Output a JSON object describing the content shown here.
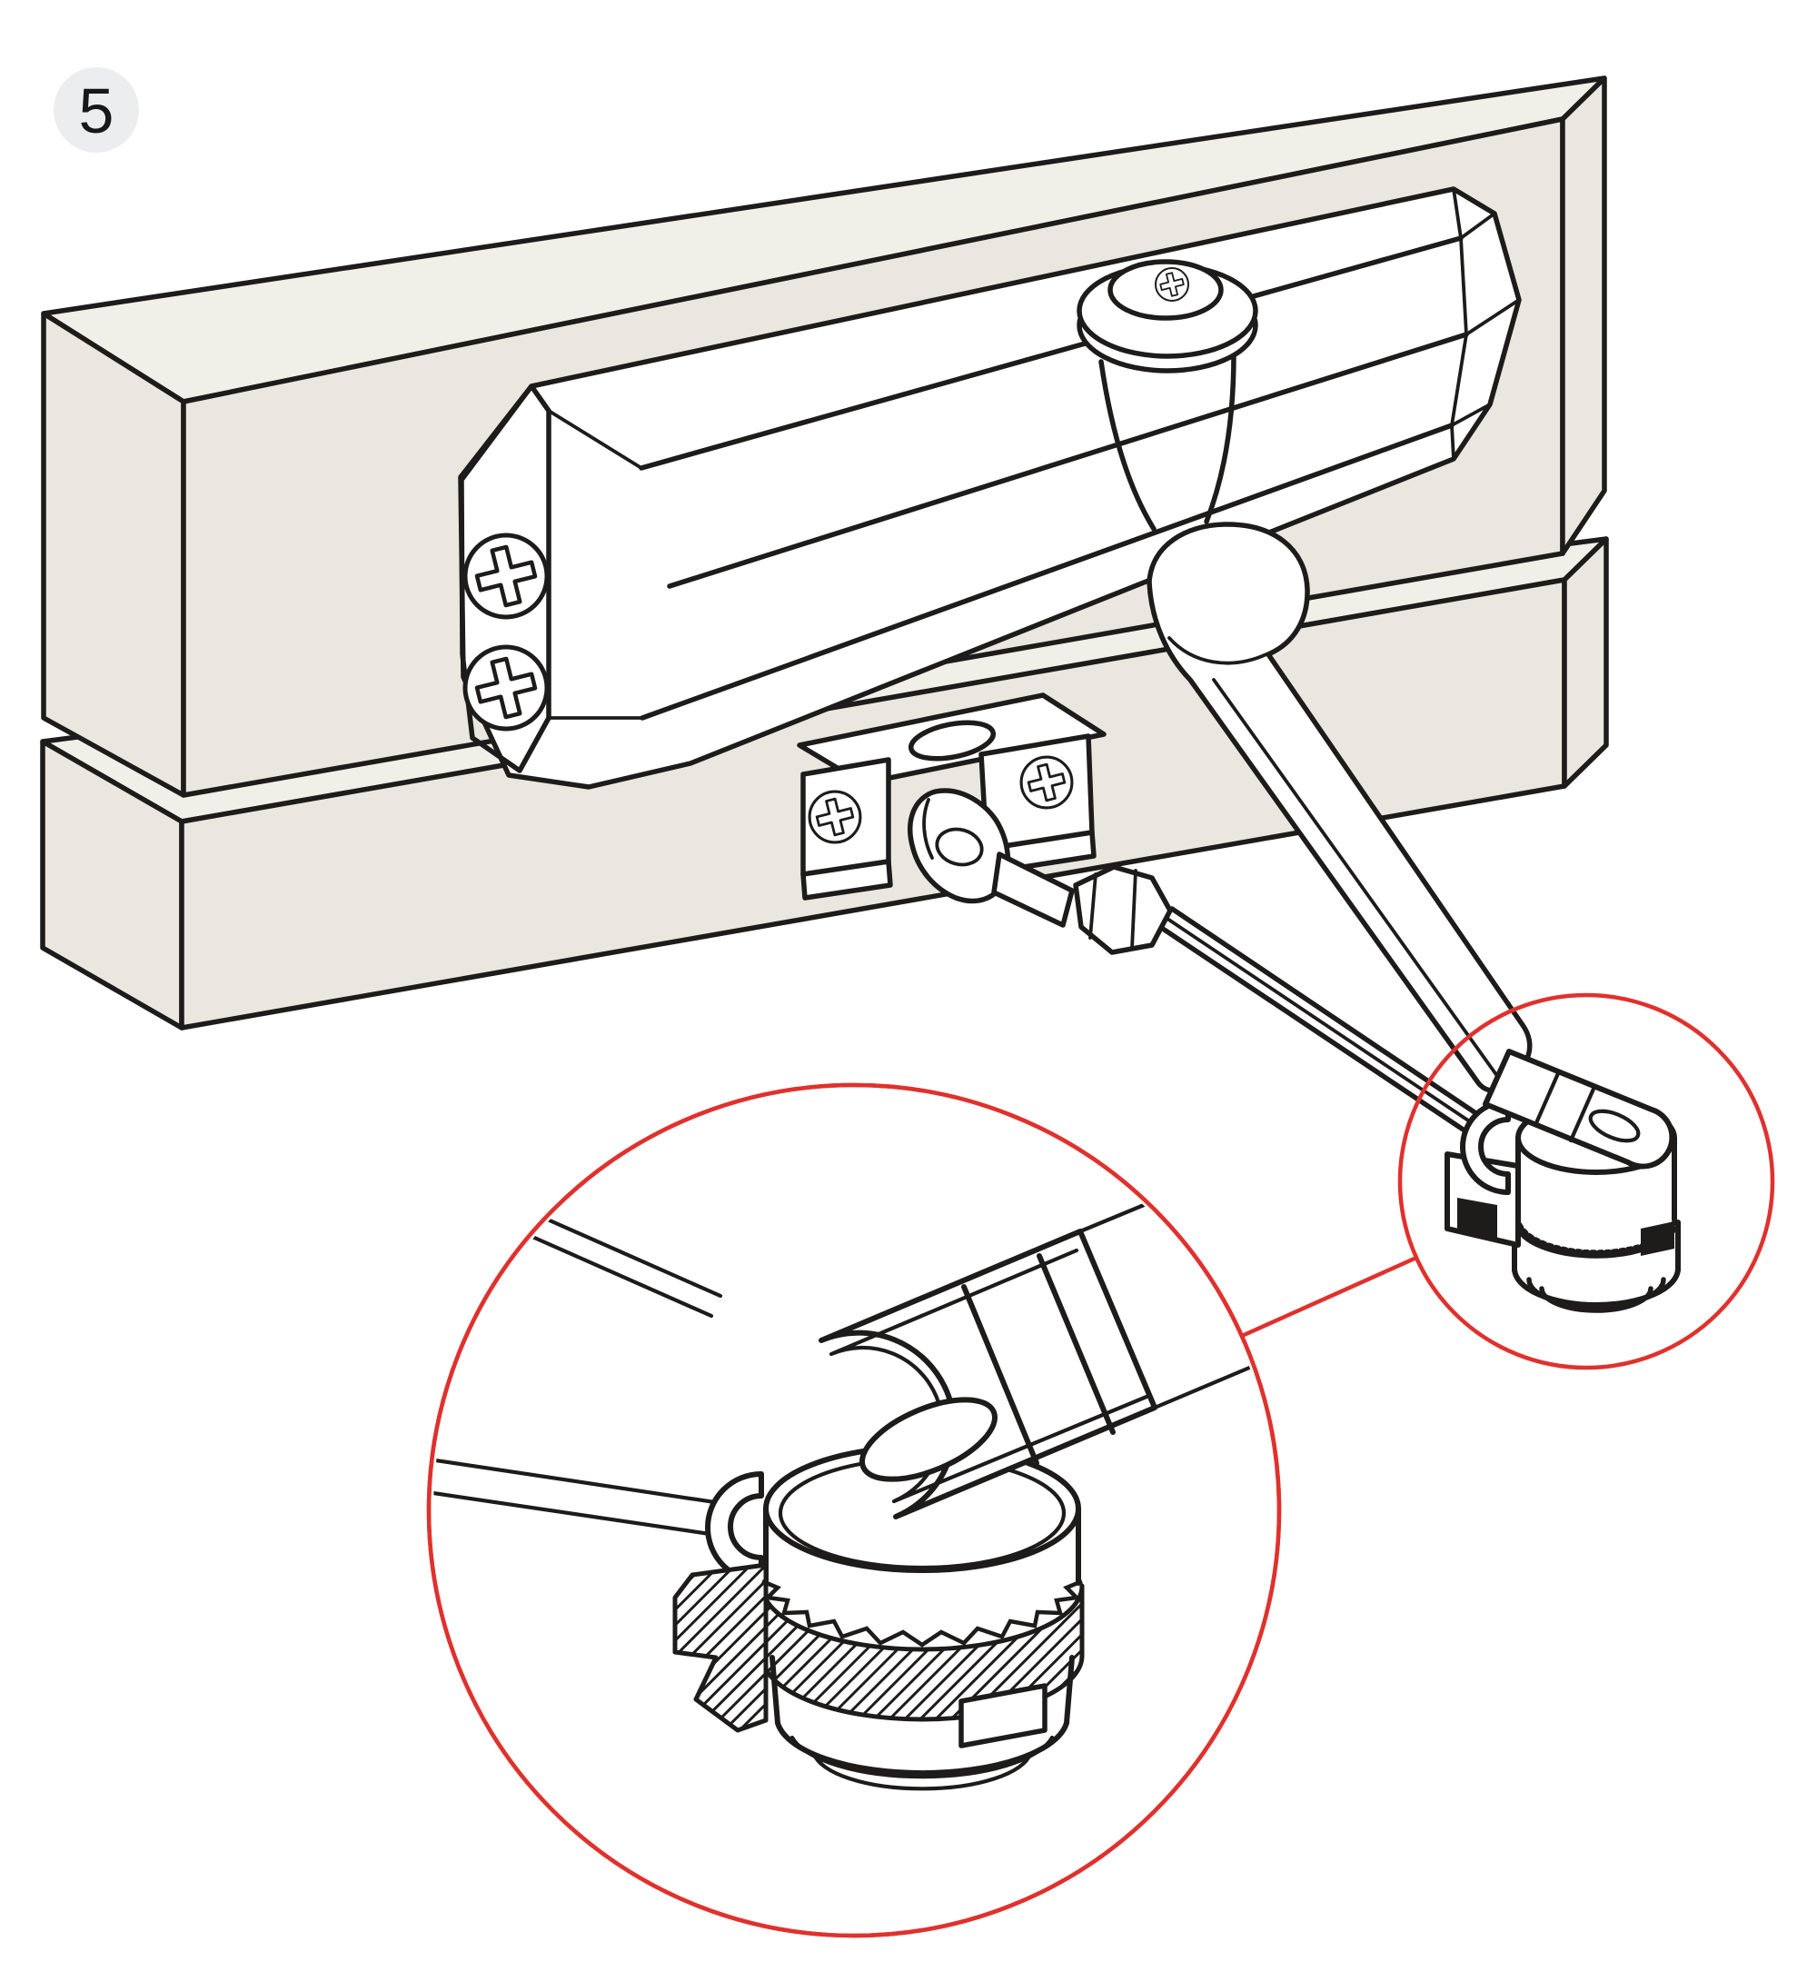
{
  "step_badge": {
    "number": "5"
  },
  "colors": {
    "outline": "#1d1c1b",
    "beige": "#e9e7df",
    "beige-light": "#f0efe8",
    "red": "#e0312d",
    "badge-bg": "#ecedef",
    "badge-text": "#17181a",
    "white": "#ffffff"
  },
  "figure": {
    "type": "installation-step-illustration",
    "subject": "Overhead door closer mounted between door frame header and door top rail, scissor arm extended, with magnified callout of the elbow ratchet joint",
    "parts": [
      "door-frame-header",
      "door-top-rail",
      "closer-body",
      "end-cap-mounting-screws",
      "pinion-cap-screw",
      "main-arm",
      "arm-shoe-bracket",
      "shoe-mounting-screws",
      "forearm-rod",
      "hex-adjusting-nut",
      "elbow-ratchet-joint",
      "serrated-washer",
      "locking-cam"
    ],
    "callouts": [
      {
        "shape": "circle-small",
        "content": "elbow-ratchet-joint"
      },
      {
        "shape": "circle-large",
        "content": "elbow-ratchet-joint-magnified"
      }
    ]
  }
}
